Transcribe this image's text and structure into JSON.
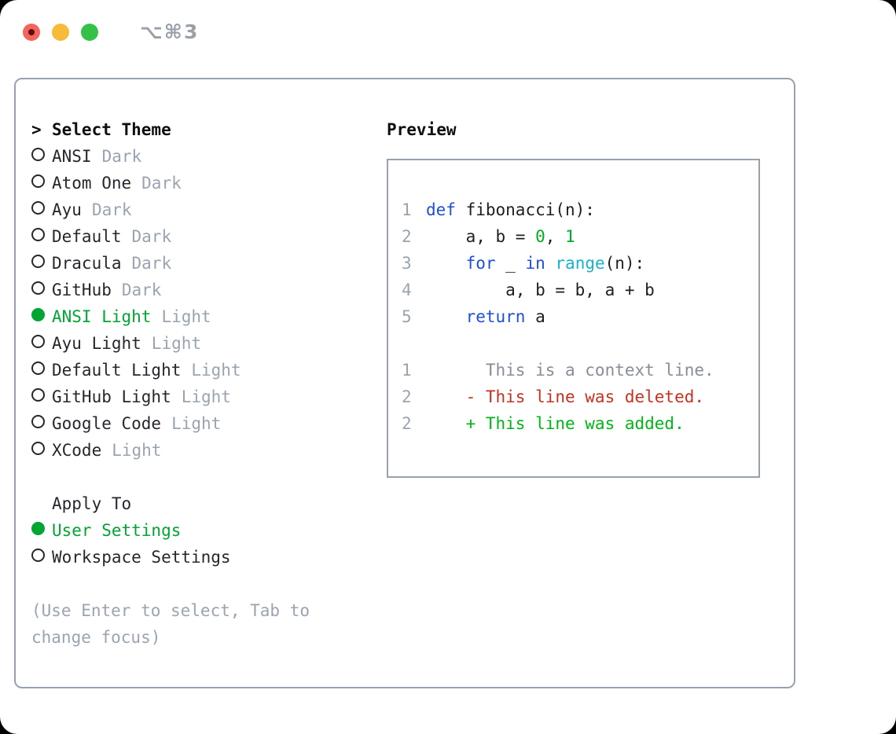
{
  "window": {
    "title": "⌥⌘3",
    "traffic_lights": [
      "close",
      "minimize",
      "zoom"
    ]
  },
  "theme_panel": {
    "header": {
      "prompt": ">",
      "label": "Select Theme"
    },
    "items": [
      {
        "name": "ANSI",
        "variant": "Dark",
        "selected": false
      },
      {
        "name": "Atom One",
        "variant": "Dark",
        "selected": false
      },
      {
        "name": "Ayu",
        "variant": "Dark",
        "selected": false
      },
      {
        "name": "Default",
        "variant": "Dark",
        "selected": false
      },
      {
        "name": "Dracula",
        "variant": "Dark",
        "selected": false
      },
      {
        "name": "GitHub",
        "variant": "Dark",
        "selected": false
      },
      {
        "name": "ANSI Light",
        "variant": "Light",
        "selected": true
      },
      {
        "name": "Ayu Light",
        "variant": "Light",
        "selected": false
      },
      {
        "name": "Default Light",
        "variant": "Light",
        "selected": false
      },
      {
        "name": "GitHub Light",
        "variant": "Light",
        "selected": false
      },
      {
        "name": "Google Code",
        "variant": "Light",
        "selected": false
      },
      {
        "name": "XCode",
        "variant": "Light",
        "selected": false
      }
    ],
    "apply_to": {
      "label": "Apply To",
      "options": [
        {
          "label": "User Settings",
          "selected": true
        },
        {
          "label": "Workspace Settings",
          "selected": false
        }
      ]
    },
    "hint": "(Use Enter to select, Tab to change focus)"
  },
  "preview": {
    "title": "Preview",
    "code_lines": [
      {
        "num": "1",
        "segments": [
          {
            "t": "def",
            "c": "keyword"
          },
          {
            "t": " fibonacci(n):",
            "c": "plain"
          }
        ]
      },
      {
        "num": "2",
        "segments": [
          {
            "t": "    a, b = ",
            "c": "plain"
          },
          {
            "t": "0",
            "c": "number"
          },
          {
            "t": ", ",
            "c": "plain"
          },
          {
            "t": "1",
            "c": "number"
          }
        ]
      },
      {
        "num": "3",
        "segments": [
          {
            "t": "    ",
            "c": "plain"
          },
          {
            "t": "for",
            "c": "keyword"
          },
          {
            "t": " _ ",
            "c": "plain"
          },
          {
            "t": "in",
            "c": "keyword"
          },
          {
            "t": " ",
            "c": "plain"
          },
          {
            "t": "range",
            "c": "builtin"
          },
          {
            "t": "(n):",
            "c": "plain"
          }
        ]
      },
      {
        "num": "4",
        "segments": [
          {
            "t": "        a, b = b, a + b",
            "c": "plain"
          }
        ]
      },
      {
        "num": "5",
        "segments": [
          {
            "t": "    ",
            "c": "plain"
          },
          {
            "t": "return",
            "c": "keyword"
          },
          {
            "t": " a",
            "c": "plain"
          }
        ]
      },
      {
        "num": "",
        "segments": []
      },
      {
        "num": "1",
        "segments": [
          {
            "t": "      This is a context line.",
            "c": "context"
          }
        ]
      },
      {
        "num": "2",
        "segments": [
          {
            "t": "    - This line was deleted.",
            "c": "deleted"
          }
        ]
      },
      {
        "num": "2",
        "segments": [
          {
            "t": "    + This line was added.",
            "c": "added"
          }
        ]
      }
    ]
  },
  "colors": {
    "accent_green": "#00a532",
    "keyword_blue": "#1d4fd8",
    "builtin_cyan": "#16b3cc",
    "number_green": "#00ae1e",
    "added_green": "#00b517",
    "deleted_red": "#c53220",
    "gray_muted": "#9aa4b1",
    "gray_context": "#878e98",
    "text_dark": "#24282d",
    "code_text": "#1b1f23",
    "border_gray": "#98a2ae",
    "title_gray": "#9aa0a8",
    "traffic_red": "#f4645c",
    "traffic_red_dot": "#5c100e",
    "traffic_yellow": "#f7bb39",
    "traffic_green": "#35c148"
  }
}
